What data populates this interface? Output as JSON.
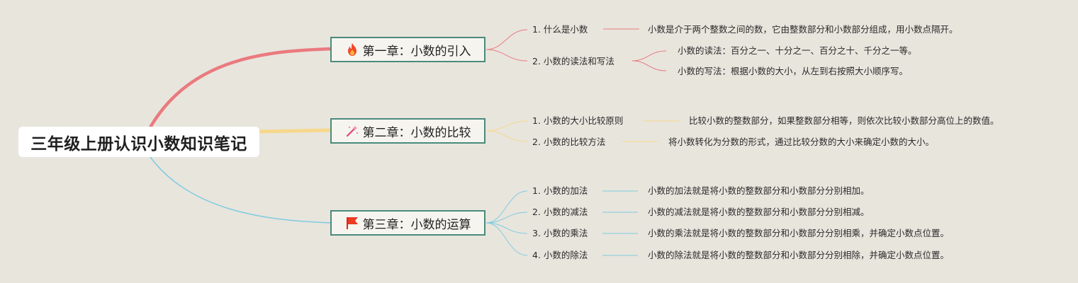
{
  "root": {
    "title": "三年级上册认识小数知识笔记"
  },
  "chapters": [
    {
      "title": "第一章：小数的引入",
      "icon": "fire-icon",
      "color": "#ea7a7f",
      "topics": [
        {
          "label": "1. 什么是小数",
          "details": [
            "小数是介于两个整数之间的数，它由整数部分和小数部分组成，用小数点隔开。"
          ]
        },
        {
          "label": "2. 小数的读法和写法",
          "details": [
            "小数的读法：百分之一、十分之一、百分之十、千分之一等。",
            "小数的写法：根据小数的大小，从左到右按照大小顺序写。"
          ]
        }
      ]
    },
    {
      "title": "第二章：小数的比较",
      "icon": "magic-wand-icon",
      "color": "#f7d88c",
      "topics": [
        {
          "label": "1. 小数的大小比较原则",
          "details": [
            "比较小数的整数部分，如果整数部分相等，则依次比较小数部分高位上的数值。"
          ]
        },
        {
          "label": "2. 小数的比较方法",
          "details": [
            "将小数转化为分数的形式，通过比较分数的大小来确定小数的大小。"
          ]
        }
      ]
    },
    {
      "title": "第三章：小数的运算",
      "icon": "flag-icon",
      "color": "#7fcbe0",
      "topics": [
        {
          "label": "1. 小数的加法",
          "details": [
            "小数的加法就是将小数的整数部分和小数部分分别相加。"
          ]
        },
        {
          "label": "2. 小数的减法",
          "details": [
            "小数的减法就是将小数的整数部分和小数部分分别相减。"
          ]
        },
        {
          "label": "3. 小数的乘法",
          "details": [
            "小数的乘法就是将小数的整数部分和小数部分分别相乘，并确定小数点位置。"
          ]
        },
        {
          "label": "4. 小数的除法",
          "details": [
            "小数的除法就是将小数的整数部分和小数部分分别相除，并确定小数点位置。"
          ]
        }
      ]
    }
  ]
}
